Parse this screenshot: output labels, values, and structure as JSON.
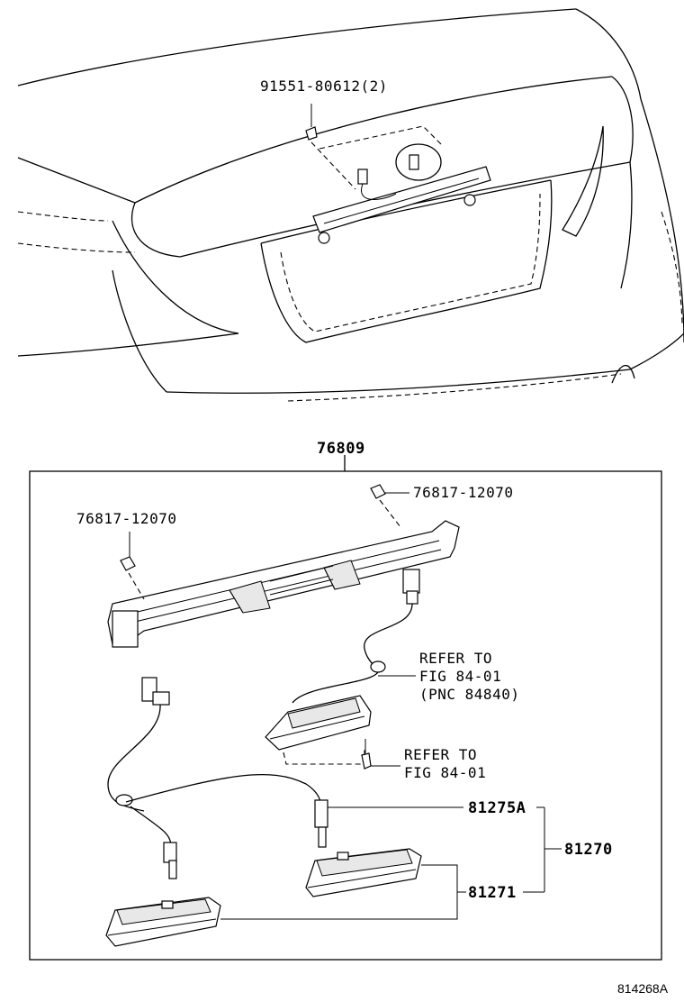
{
  "labels": {
    "screw_top": "91551-80612(2)",
    "assembly": "76809",
    "clip_right": "76817-12070",
    "clip_left": "76817-12070",
    "refer_1_line1": "REFER TO",
    "refer_1_line2": "FIG 84-01",
    "refer_1_line3": "(PNC 84840)",
    "refer_2_line1": "REFER TO",
    "refer_2_line2": "FIG 84-01",
    "socket": "81275A",
    "lamp_assy": "81270",
    "lens": "81271"
  },
  "figure_id": "814268A"
}
